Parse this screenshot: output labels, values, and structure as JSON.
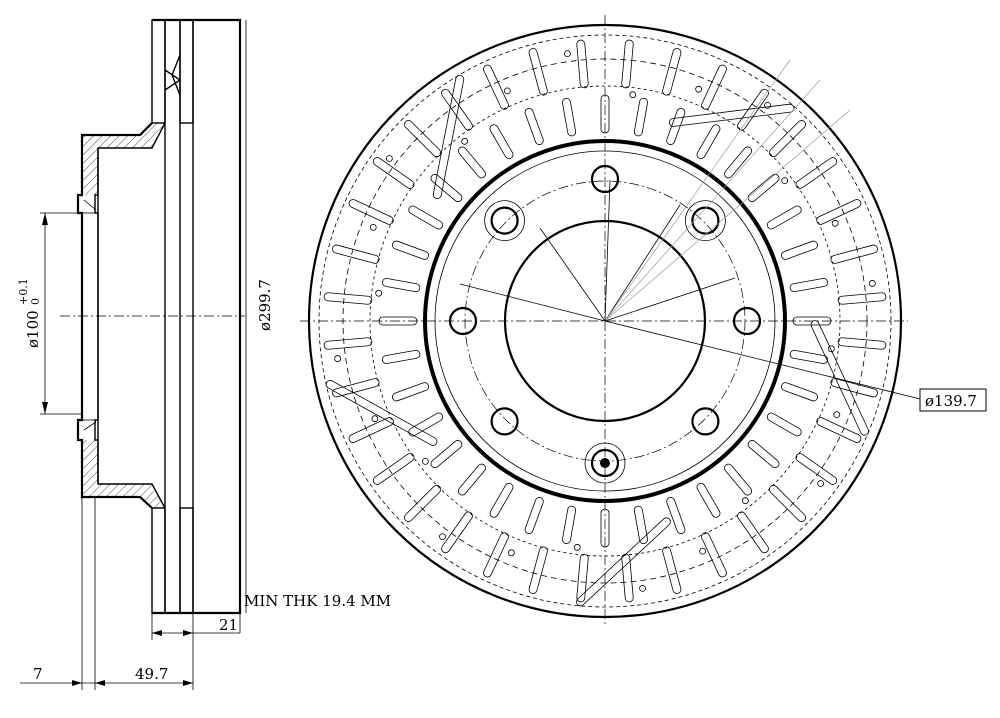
{
  "dimensions": {
    "bore_diameter": "ø100",
    "bore_tol_upper": "+0.1",
    "bore_tol_lower": "0",
    "outer_diameter": "ø299.7",
    "pcd_diameter": "ø139.7",
    "min_thickness": "MIN THK 19.4 MM",
    "disc_thickness": "21",
    "hub_offset": "7",
    "overall_height": "49.7"
  }
}
